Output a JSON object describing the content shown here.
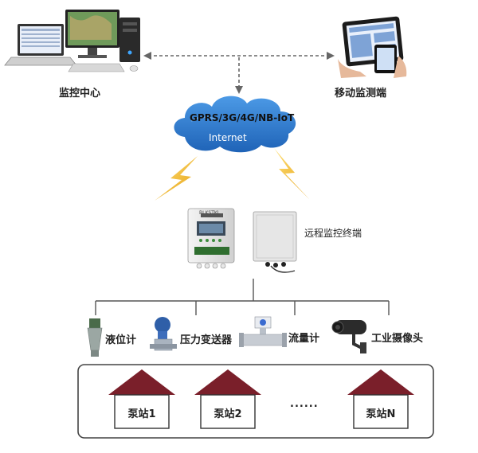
{
  "nodes": {
    "monitor_center": "监控中心",
    "mobile_terminal": "移动监测端",
    "network": "GPRS/3G/4G/NB-IoT",
    "internet": "Internet",
    "remote_terminal": "远程监控终端",
    "device_brand": "BLKSTKL"
  },
  "sensors": {
    "level_meter": "液位计",
    "pressure_transmitter": "压力变送器",
    "flow_meter": "流量计",
    "industrial_camera": "工业摄像头"
  },
  "stations": {
    "items": [
      "泵站1",
      "泵站2",
      "泵站N"
    ],
    "ellipsis": "......"
  },
  "colors": {
    "cloud_blue": "#2f7fd0",
    "lightning_yellow": "#f2b71b",
    "roof_red": "#7a1f2a",
    "line_gray": "#555555"
  }
}
